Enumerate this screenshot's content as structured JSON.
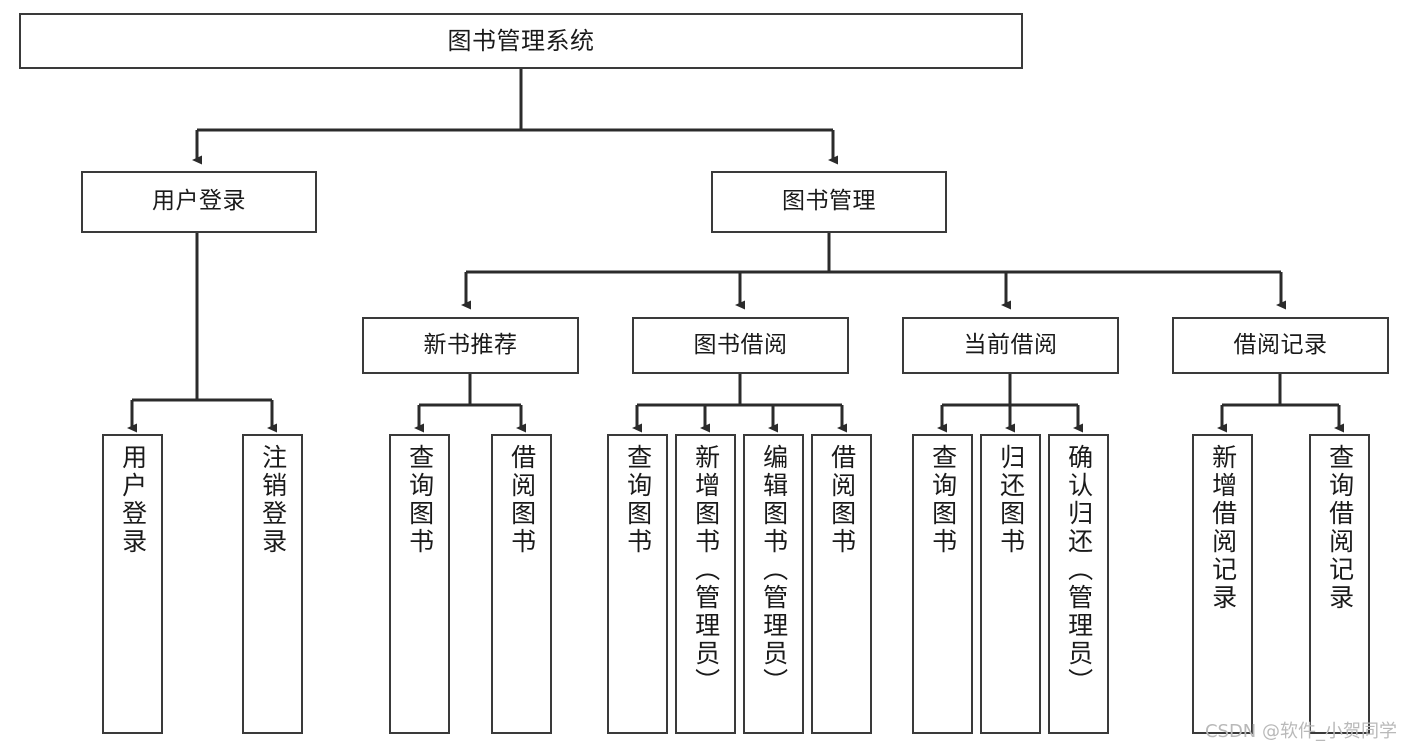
{
  "diagram": {
    "title": "图书管理系统",
    "type": "functional-structure-tree",
    "colors": {
      "box_border": "#3a3a3a",
      "box_fill": "#ffffff",
      "edge": "#2b2b2b",
      "text": "#1a1a1a",
      "watermark": "#b9b9b9"
    },
    "watermark": "CSDN @软件_小贺同学",
    "nodes": {
      "root": {
        "label": "图书管理系统"
      },
      "level2": [
        {
          "label": "用户登录"
        },
        {
          "label": "图书管理"
        }
      ],
      "level3": [
        {
          "label": "新书推荐"
        },
        {
          "label": "图书借阅"
        },
        {
          "label": "当前借阅"
        },
        {
          "label": "借阅记录"
        }
      ],
      "leaves": {
        "user_login": [
          {
            "label": "用户登录"
          },
          {
            "label": "注销登录"
          }
        ],
        "new_book_recommend": [
          {
            "label": "查询图书"
          },
          {
            "label": "借阅图书"
          }
        ],
        "book_borrow": [
          {
            "label": "查询图书"
          },
          {
            "label": "新增图书（管理员）"
          },
          {
            "label": "编辑图书（管理员）"
          },
          {
            "label": "借阅图书"
          }
        ],
        "current_borrow": [
          {
            "label": "查询图书"
          },
          {
            "label": "归还图书"
          },
          {
            "label": "确认归还（管理员）"
          }
        ],
        "borrow_record": [
          {
            "label": "新增借阅记录"
          },
          {
            "label": "查询借阅记录"
          }
        ]
      }
    }
  }
}
